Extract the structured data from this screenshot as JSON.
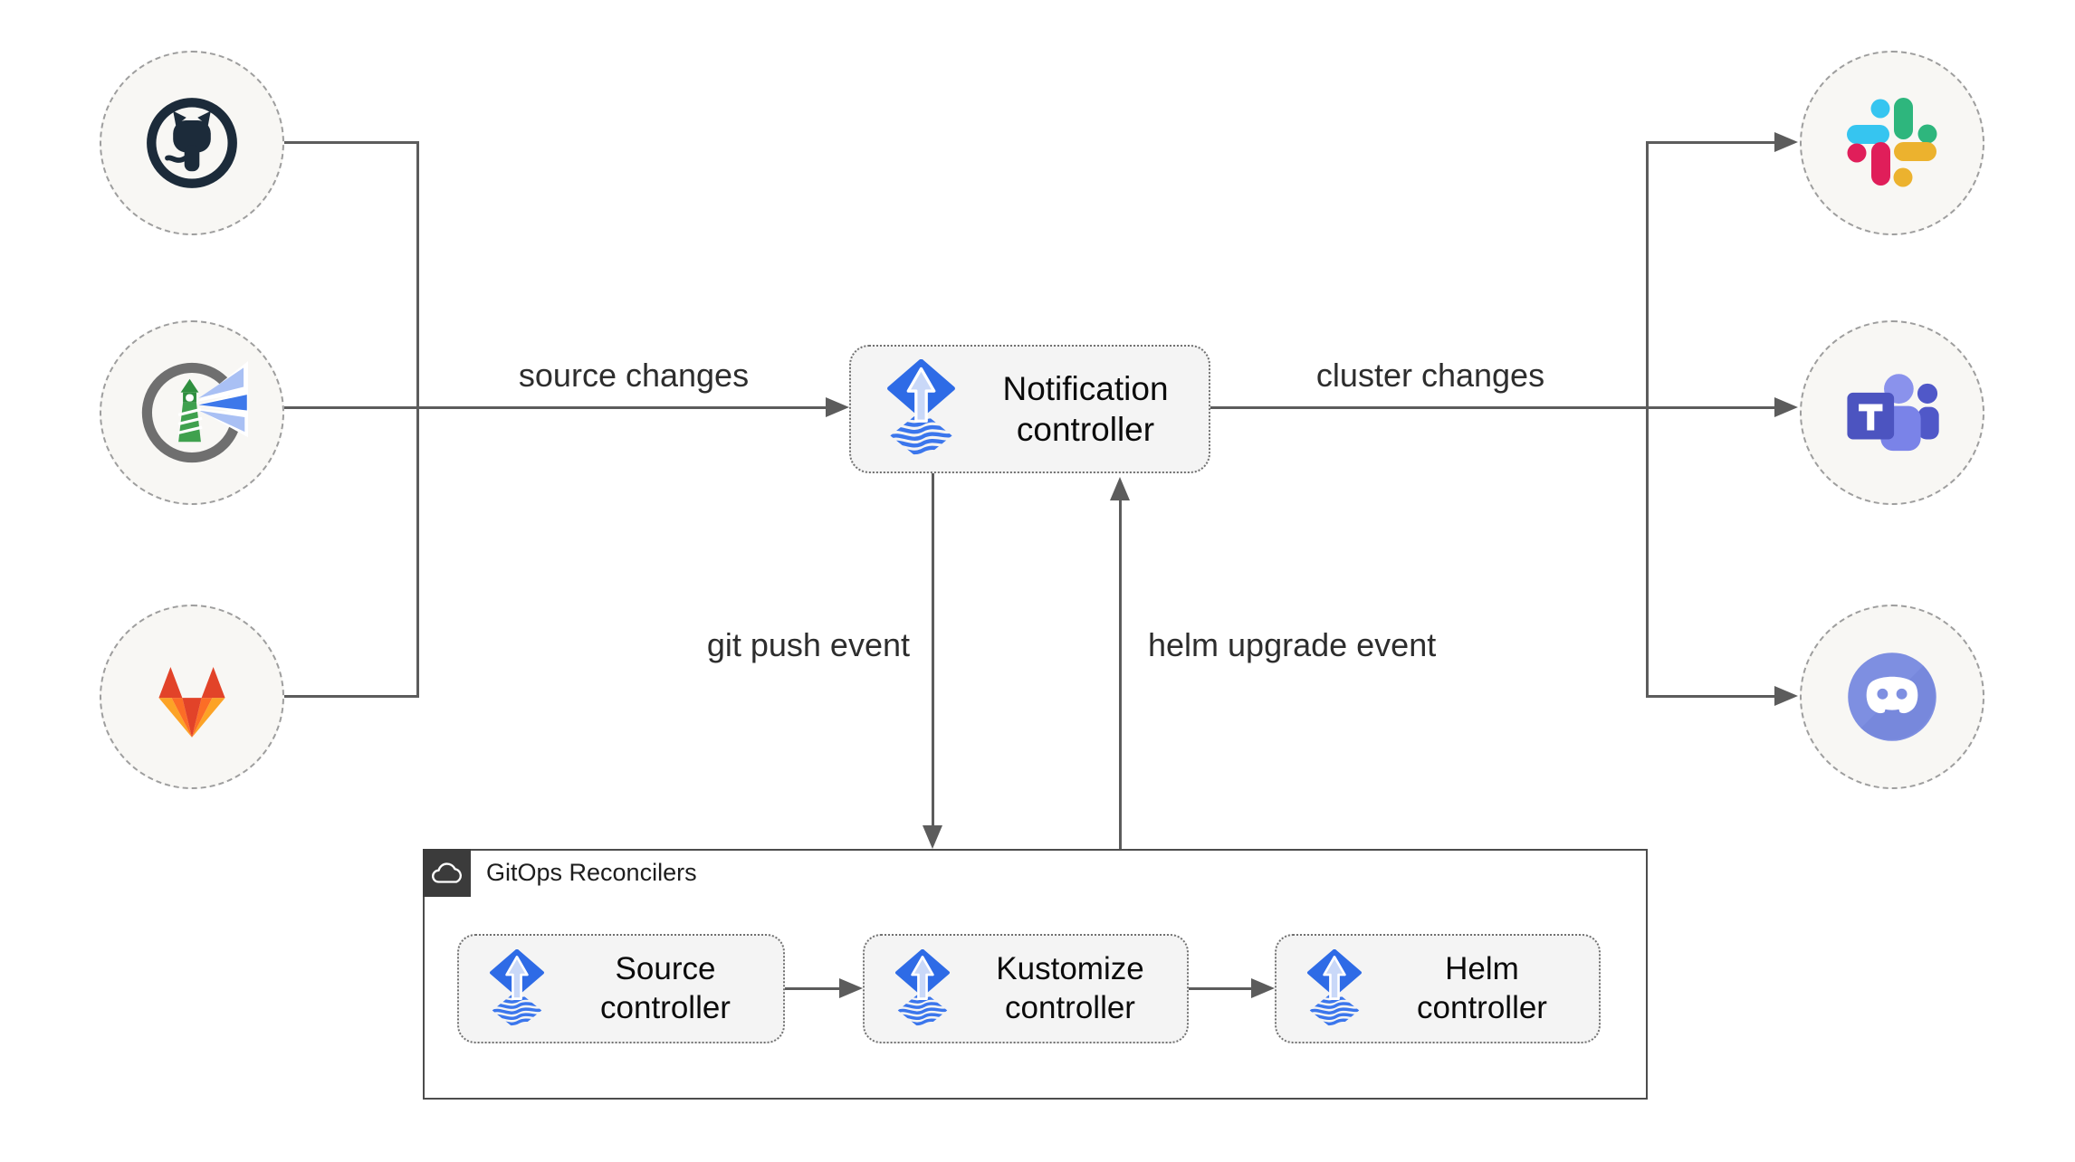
{
  "edges": {
    "source_changes": "source changes",
    "cluster_changes": "cluster changes",
    "git_push": "git push event",
    "helm_upgrade": "helm upgrade event"
  },
  "notification": {
    "line1": "Notification",
    "line2": "controller"
  },
  "reconcilers": {
    "title": "GitOps Reconcilers",
    "items": [
      {
        "line1": "Source",
        "line2": "controller"
      },
      {
        "line1": "Kustomize",
        "line2": "controller"
      },
      {
        "line1": "Helm",
        "line2": "controller"
      }
    ]
  },
  "icons": {
    "sources": [
      "github-icon",
      "harbor-icon",
      "gitlab-icon"
    ],
    "targets": [
      "slack-icon",
      "teams-icon",
      "discord-icon"
    ],
    "controller": "flux-icon",
    "container_badge": "cloud-icon"
  },
  "colors": {
    "line": "#5C5C5C",
    "node_fill": "#F8F7F4",
    "box_fill": "#F4F4F4",
    "container_border": "#4C4C4C",
    "badge_bg": "#3B3B3B",
    "flux_blue": "#2E6BE6",
    "flux_arrow": "#C9D8F8",
    "github_dark": "#1C2B3A",
    "harbor_gray": "#6F6F6F",
    "harbor_green": "#3FA14E",
    "gitlab_red": "#E24329",
    "gitlab_orange": "#FC6D26",
    "gitlab_yellow": "#FCA326",
    "slack_blue": "#36C5F0",
    "slack_green": "#2EB67D",
    "slack_red": "#E01E5A",
    "slack_yellow": "#ECB22E",
    "teams_purple": "#4C54C0",
    "discord_blurple": "#7E8FE1"
  }
}
